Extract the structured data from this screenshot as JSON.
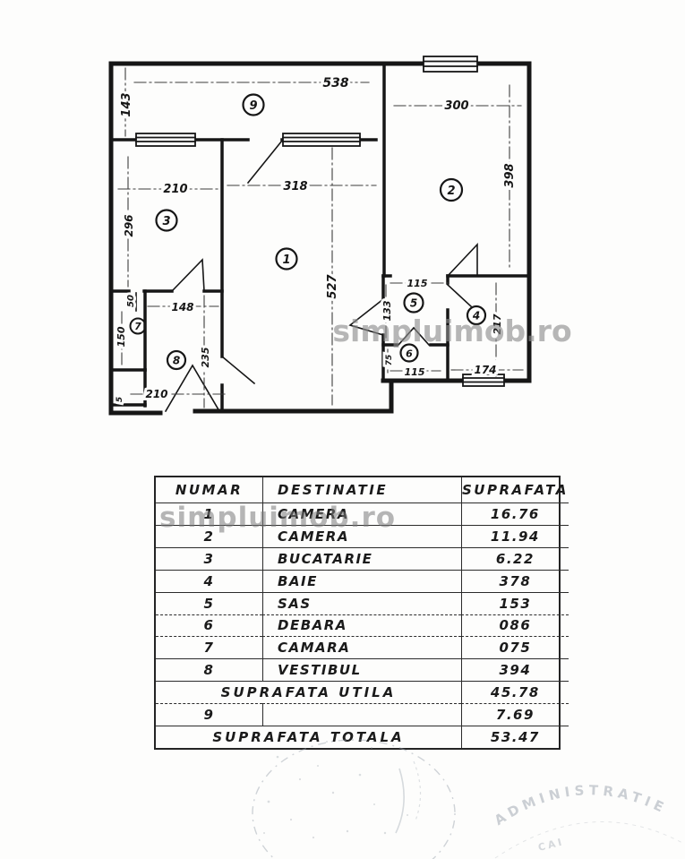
{
  "watermark": {
    "text": "simpluimob.ro"
  },
  "plan": {
    "rooms": {
      "r1": "1",
      "r2": "2",
      "r3": "3",
      "r4": "4",
      "r5": "5",
      "r6": "6",
      "r7": "7",
      "r8": "8",
      "r9": "9"
    },
    "dims": {
      "balcony_width": "538",
      "balcony_depth": "143",
      "room2_width": "300",
      "room2_depth": "398",
      "room3_width": "210",
      "room3_depth": "296",
      "room1_width": "318",
      "room1_depth": "527",
      "vestibul_width": "148",
      "camara_door": "50",
      "camara_depth": "150",
      "vestibul_depth": "235",
      "entry_step": "5",
      "entry_width": "210",
      "sas_door": "115",
      "sas_depth": "133",
      "debara_depth": "75",
      "debara_width": "115",
      "baie_width": "174",
      "baie_depth": "217"
    }
  },
  "table": {
    "headers": {
      "numar": "NUMAR",
      "destinatie": "DESTINATIE",
      "suprafata": "SUPRAFATA"
    },
    "rows": [
      {
        "num": "1",
        "dest": "CAMERA",
        "sup": "16.76"
      },
      {
        "num": "2",
        "dest": "CAMERA",
        "sup": "11.94"
      },
      {
        "num": "3",
        "dest": "BUCATARIE",
        "sup": "6.22"
      },
      {
        "num": "4",
        "dest": "BAIE",
        "sup": "378"
      },
      {
        "num": "5",
        "dest": "SAS",
        "sup": "153"
      },
      {
        "num": "6",
        "dest": "DEBARA",
        "sup": "086"
      },
      {
        "num": "7",
        "dest": "CAMARA",
        "sup": "075"
      },
      {
        "num": "8",
        "dest": "VESTIBUL",
        "sup": "394"
      }
    ],
    "utila": {
      "label": "SUPRAFATA UTILA",
      "value": "45.78"
    },
    "row9": {
      "num": "9",
      "dest": "",
      "sup": "7.69"
    },
    "totala": {
      "label": "SUPRAFATA TOTALA",
      "value": "53.47"
    }
  },
  "stamps": {
    "right_arc_text": "ADMINISTRATIE",
    "right_sub_text": "CAI"
  }
}
